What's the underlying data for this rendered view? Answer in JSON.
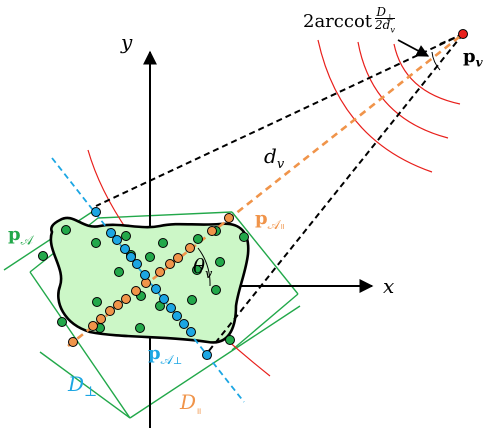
{
  "labels": {
    "y_axis": "y",
    "x_axis": "x",
    "viewpoint_point": "p",
    "viewpoint_sub": "v",
    "distance": "d",
    "distance_sub": "v",
    "angle": "θ",
    "angle_sub": "v",
    "set_point": "p",
    "set_sub": "𝒜",
    "parallel_point": "p",
    "parallel_sub": "𝒜",
    "parallel_mark": "॥",
    "perp_point": "p",
    "perp_sub": "𝒜",
    "perp_mark": "⊥",
    "d_perp": "D",
    "d_perp_sub": "⊥",
    "d_par": "D",
    "d_par_sub": "॥",
    "arccot_prefix": "2arccot",
    "frac_num": "D",
    "frac_num_sub": "⊥",
    "frac_den": "2d",
    "frac_den_sub": "v"
  },
  "colors": {
    "region_fill": "#ccf7c7",
    "green_points": "#22a84a",
    "blue_points": "#1ca6e3",
    "orange_points": "#f0944a",
    "arcs": "#e8201c",
    "viewpoint": "#e8201c"
  }
}
